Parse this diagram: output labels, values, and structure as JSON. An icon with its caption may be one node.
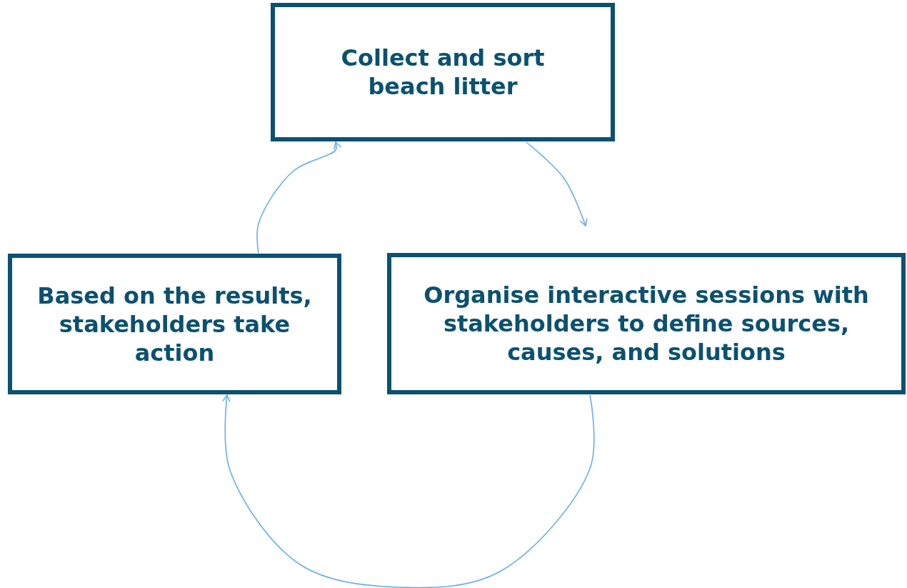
{
  "diagram": {
    "nodes": [
      {
        "text": [
          "Collect and sort beach litter"
        ]
      },
      {
        "text": [
          "Based on the results, stakeholders take action"
        ]
      },
      {
        "text": [
          "Organise interactive sessions with stakeholders to define sources, causes, and solutions"
        ]
      }
    ],
    "edges": [
      {
        "from": 0,
        "to": 2,
        "arrow": "to"
      },
      {
        "from": 2,
        "to": 1,
        "arrow": "to"
      },
      {
        "from": 1,
        "to": 0,
        "arrow": "to"
      }
    ]
  }
}
